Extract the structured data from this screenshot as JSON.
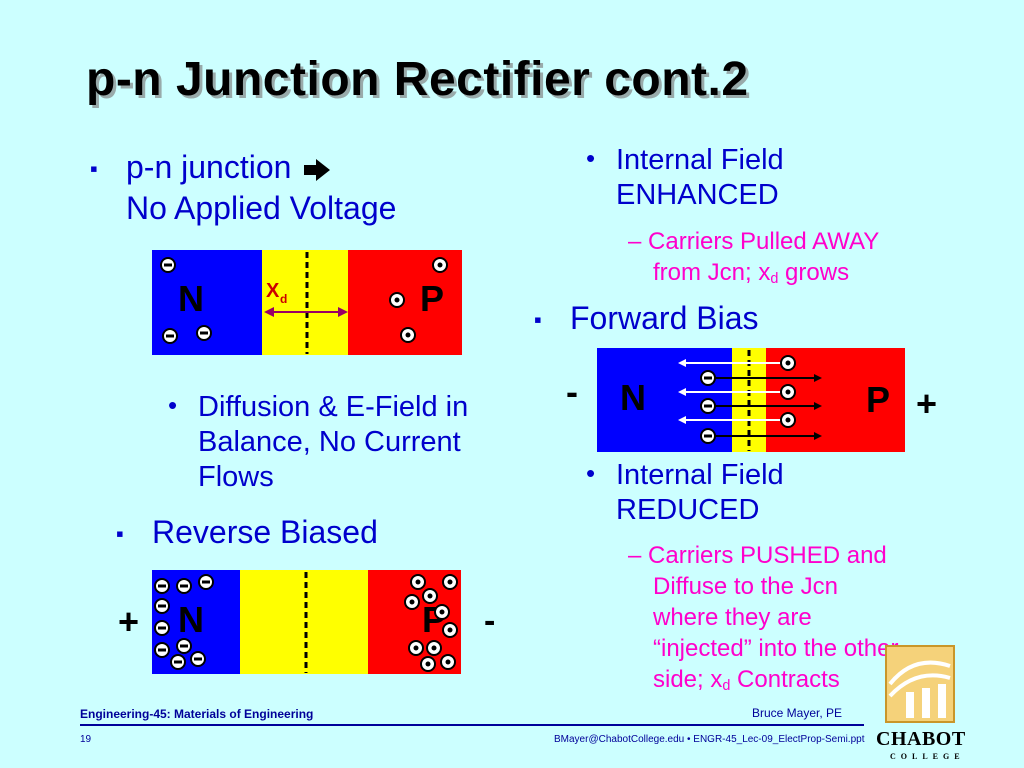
{
  "title": "p-n Junction Rectifier cont.2",
  "left": {
    "b1_line1": "p-n junction",
    "b1_line2": "No Applied Voltage",
    "b1_arrow_icon": "right-arrow-icon",
    "sub_line1": "Diffusion & E-Field in",
    "sub_line2": "Balance, No Current",
    "sub_line3": "Flows",
    "b2": "Reverse Biased"
  },
  "right": {
    "r1_line1": "Internal Field",
    "r1_line2": "ENHANCED",
    "r1_sub_line1": "Carriers Pulled AWAY",
    "r1_sub_line2a": "from Jcn; x",
    "r1_sub_line2_sub": "d",
    "r1_sub_line2b": " grows",
    "b3": "Forward Bias",
    "r2_line1": "Internal Field",
    "r2_line2": "REDUCED",
    "r2_sub_line1": "Carriers PUSHED and",
    "r2_sub_line2": "Diffuse to the Jcn",
    "r2_sub_line3": "where they are",
    "r2_sub_line4": "“injected” into the other",
    "r2_sub_line5a": "side; x",
    "r2_sub_line5_sub": "d",
    "r2_sub_line5b": " Contracts"
  },
  "diagrams": {
    "n_label": "N",
    "p_label": "P",
    "xd_main": "X",
    "xd_sub": "d",
    "plus": "+",
    "minus": "-"
  },
  "footer": {
    "left": "Engineering-45: Materials of Engineering",
    "author": "Bruce Mayer, PE",
    "page": "19",
    "file": "BMayer@ChabotCollege.edu  • ENGR-45_Lec-09_ElectProp-Semi.ppt"
  },
  "logo": {
    "name": "CHABOT",
    "sub": "COLLEGE"
  },
  "colors": {
    "n_region": "#0000ff",
    "p_region": "#ff0000",
    "depletion": "#ffff00",
    "text_blue": "#0000cc",
    "text_magenta": "#ff00cc",
    "background": "#ccffff"
  }
}
